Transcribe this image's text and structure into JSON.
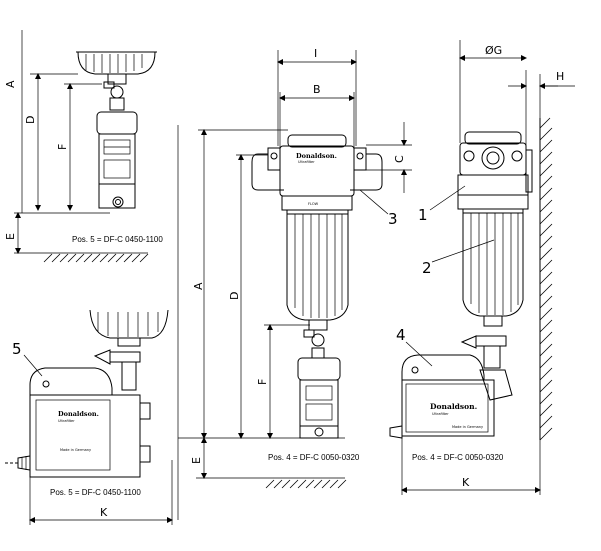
{
  "dimensions": {
    "A": "A",
    "D": "D",
    "F": "F",
    "E": "E",
    "I": "I",
    "B": "B",
    "C": "C",
    "G": "ØG",
    "H": "H",
    "K": "K"
  },
  "callouts": {
    "n1": "1",
    "n2": "2",
    "n3": "3",
    "n4": "4",
    "n5": "5"
  },
  "captions": {
    "top_left": "Pos. 5 = DF-C 0450-1100",
    "bottom_left": "Pos. 5 = DF-C 0450-1100",
    "center": "Pos. 4 = DF-C 0050-0320",
    "right": "Pos. 4 = DF-C 0050-0320"
  },
  "branding": {
    "brand": "Donaldson.",
    "sub": "Ultrafilter",
    "made_in": "Made in Germany",
    "flow": "FLOW"
  }
}
